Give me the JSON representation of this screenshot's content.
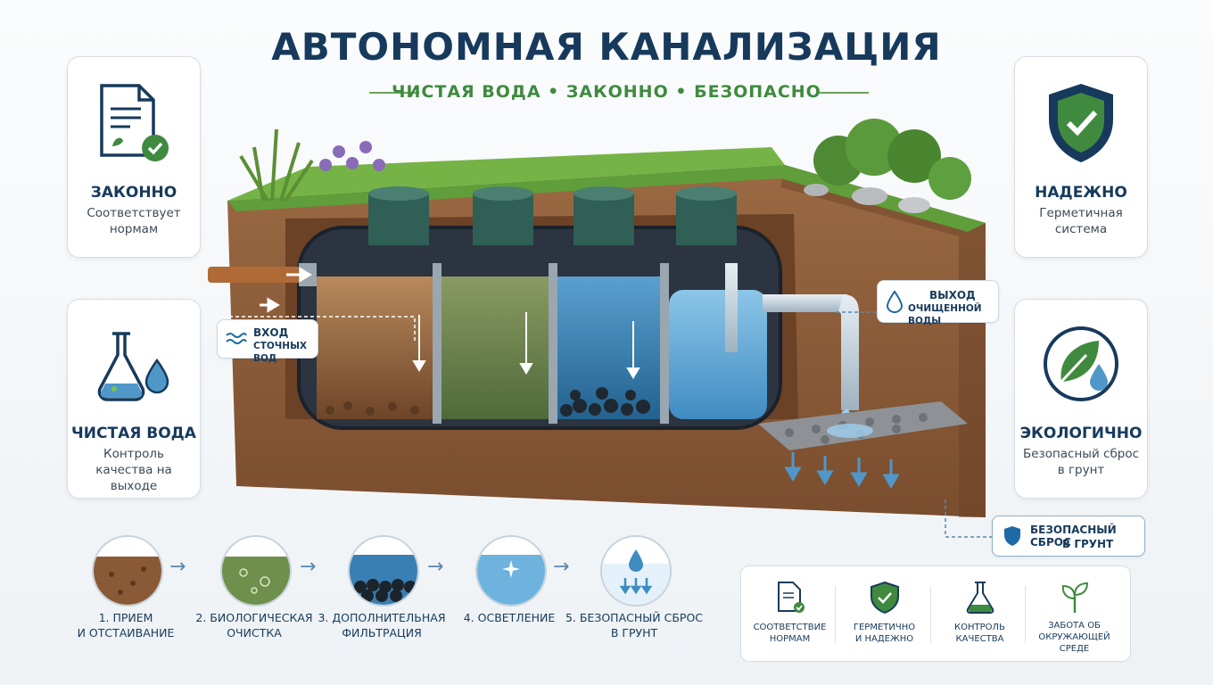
{
  "header": {
    "title": "АВТОНОМНАЯ КАНАЛИЗАЦИЯ",
    "subtitle": "ЧИСТАЯ ВОДА • ЗАКОННО • БЕЗОПАСНО"
  },
  "cards": {
    "legal": {
      "title": "ЗАКОННО",
      "text": "Соответствует нормам"
    },
    "clean": {
      "title": "ЧИСТАЯ ВОДА",
      "text": "Контроль качества на выходе"
    },
    "reliable": {
      "title": "НАДЕЖНО",
      "text": "Герметичная система"
    },
    "eco": {
      "title": "ЭКОЛОГИЧНО",
      "text": "Безопасный сброс в грунт"
    }
  },
  "labels": {
    "inlet_line1": "ВХОД",
    "inlet_line2": "СТОЧНЫХ ВОД",
    "outlet_line1": "ВЫХОД",
    "outlet_line2": "ОЧИЩЕННОЙ ВОДЫ",
    "discharge_line1": "БЕЗОПАСНЫЙ СБРОС",
    "discharge_line2": "В ГРУНТ"
  },
  "steps": [
    {
      "line1": "1. ПРИЕМ",
      "line2": "И ОТСТАИВАНИЕ"
    },
    {
      "line1": "2. БИОЛОГИЧЕСКАЯ",
      "line2": "ОЧИСТКА"
    },
    {
      "line1": "3. ДОПОЛНИТЕЛЬНАЯ",
      "line2": "ФИЛЬТРАЦИЯ"
    },
    {
      "line1": "4. ОСВЕТЛЕНИЕ",
      "line2": ""
    },
    {
      "line1": "5. БЕЗОПАСНЫЙ СБРОС",
      "line2": "В ГРУНТ"
    }
  ],
  "bottom_panel": [
    {
      "line1": "СООТВЕТСТВИЕ",
      "line2": "НОРМАМ",
      "line3": ""
    },
    {
      "line1": "ГЕРМЕТИЧНО",
      "line2": "И НАДЕЖНО",
      "line3": ""
    },
    {
      "line1": "КОНТРОЛЬ",
      "line2": "КАЧЕСТВА",
      "line3": ""
    },
    {
      "line1": "ЗАБОТА ОБ",
      "line2": "ОКРУЖАЮЩЕЙ",
      "line3": "СРЕДЕ"
    }
  ],
  "colors": {
    "navy": "#173a5c",
    "green": "#3f8a3f",
    "water": "#4f97c9",
    "soil": "#8a5a36"
  },
  "icons": [
    "document-check-icon",
    "flask-drop-icon",
    "shield-check-icon",
    "leaf-drop-icon",
    "waves-icon",
    "drop-icon"
  ]
}
